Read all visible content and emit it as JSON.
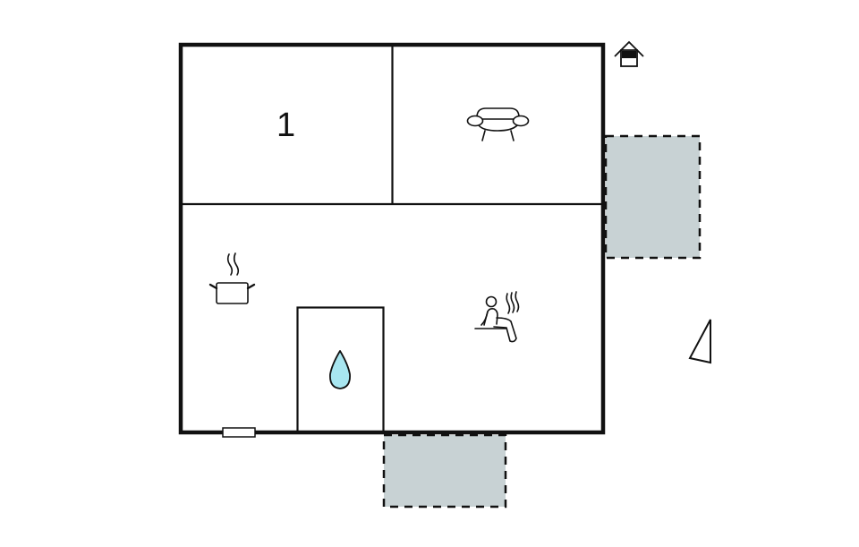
{
  "floorplan": {
    "colors": {
      "wall": "#111111",
      "terrace_fill": "#c8d2d4",
      "water_drop": "#a8e6f0",
      "background": "#ffffff"
    },
    "rooms": [
      {
        "id": "bedroom",
        "label": "1",
        "icon": "room-number"
      },
      {
        "id": "living-room",
        "label": "",
        "icon": "sofa-icon"
      },
      {
        "id": "kitchen",
        "label": "",
        "icon": "cooking-pot-icon"
      },
      {
        "id": "sauna",
        "label": "",
        "icon": "sauna-icon"
      },
      {
        "id": "bathroom",
        "label": "",
        "icon": "water-drop-icon"
      }
    ],
    "terraces": [
      {
        "id": "terrace-east",
        "style": "dashed"
      },
      {
        "id": "terrace-south",
        "style": "dashed"
      }
    ],
    "symbols": {
      "entrance": "house-entrance-icon",
      "north": "north-arrow-icon",
      "window": "window-icon"
    }
  }
}
